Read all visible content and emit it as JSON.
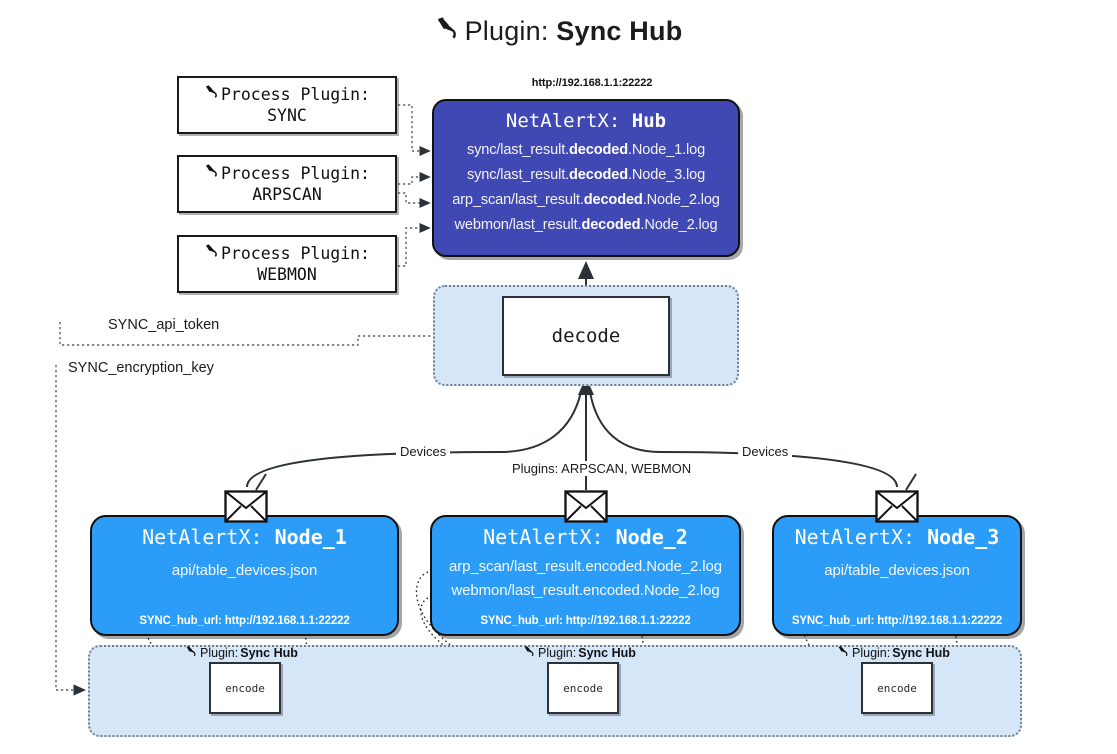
{
  "title": {
    "icon": "plug-icon",
    "prefix": "Plugin: ",
    "name": "Sync Hub"
  },
  "process_plugins": [
    {
      "icon": "plug-icon",
      "line1": "Process Plugin:",
      "line2": "SYNC"
    },
    {
      "icon": "plug-icon",
      "line1": "Process Plugin:",
      "line2": "ARPSCAN"
    },
    {
      "icon": "plug-icon",
      "line1": "Process Plugin:",
      "line2": "WEBMON"
    }
  ],
  "hub": {
    "url": "http://192.168.1.1:22222",
    "title_prefix": "NetAlertX: ",
    "title_name": "Hub",
    "color": "#4049b3",
    "loglines": [
      {
        "pre": "sync/last_result.",
        "em": "decoded",
        "post": ".Node_1.log"
      },
      {
        "pre": "sync/last_result.",
        "em": "decoded",
        "post": ".Node_3.log"
      },
      {
        "pre": "arp_scan/last_result.",
        "em": "decoded",
        "post": ".Node_2.log"
      },
      {
        "pre": "webmon/last_result.",
        "em": "decoded",
        "post": ".Node_2.log"
      }
    ]
  },
  "decode": {
    "label": "decode",
    "group_color": "#d5e6f8"
  },
  "settings": {
    "api_token": "SYNC_api_token",
    "encryption_key": "SYNC_encryption_key"
  },
  "edge_labels": {
    "devices_left": "Devices",
    "devices_right": "Devices",
    "plugins": "Plugins: ARPSCAN, WEBMON"
  },
  "nodes": [
    {
      "title_prefix": "NetAlertX: ",
      "title_name": "Node_1",
      "color": "#2b9cf7",
      "lines": [
        "api/table_devices.json"
      ],
      "footer": "SYNC_hub_url: http://192.168.1.1:22222",
      "envelope_icon": "envelope-icon"
    },
    {
      "title_prefix": "NetAlertX: ",
      "title_name": "Node_2",
      "color": "#2b9cf7",
      "lines": [
        "arp_scan/last_result.encoded.Node_2.log",
        "webmon/last_result.encoded.Node_2.log"
      ],
      "footer": "SYNC_hub_url: http://192.168.1.1:22222",
      "envelope_icon": "envelope-icon"
    },
    {
      "title_prefix": "NetAlertX: ",
      "title_name": "Node_3",
      "color": "#2b9cf7",
      "lines": [
        "api/table_devices.json"
      ],
      "footer": "SYNC_hub_url: http://192.168.1.1:22222",
      "envelope_icon": "envelope-icon"
    }
  ],
  "sync_group": {
    "color": "#d5e6f8",
    "captions": [
      {
        "icon": "plug-icon",
        "prefix": "Plugin: ",
        "name": "Sync Hub"
      },
      {
        "icon": "plug-icon",
        "prefix": "Plugin: ",
        "name": "Sync Hub"
      },
      {
        "icon": "plug-icon",
        "prefix": "Plugin: ",
        "name": "Sync Hub"
      }
    ],
    "encode_label_1": "encode",
    "encode_label_2": "encode",
    "encode_label_3": "encode"
  }
}
